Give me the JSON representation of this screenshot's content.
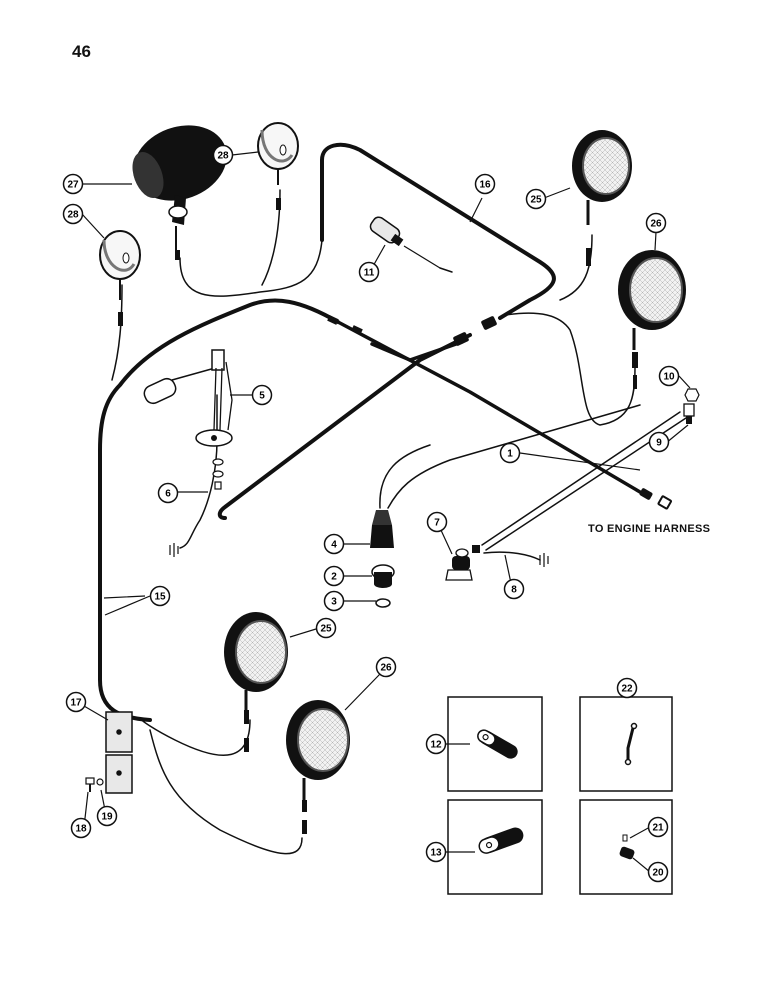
{
  "page_number": "46",
  "note": "TO ENGINE HARNESS",
  "callouts": {
    "c1": "1",
    "c2": "2",
    "c3": "3",
    "c4": "4",
    "c5": "5",
    "c6": "6",
    "c7": "7",
    "c8": "8",
    "c9": "9",
    "c10": "10",
    "c11": "11",
    "c12": "12",
    "c13": "13",
    "c15": "15",
    "c16": "16",
    "c17": "17",
    "c18": "18",
    "c19": "19",
    "c20": "20",
    "c21": "21",
    "c22": "22",
    "c25a": "25",
    "c25b": "25",
    "c26a": "26",
    "c26b": "26",
    "c27": "27",
    "c28a": "28",
    "c28b": "28"
  }
}
